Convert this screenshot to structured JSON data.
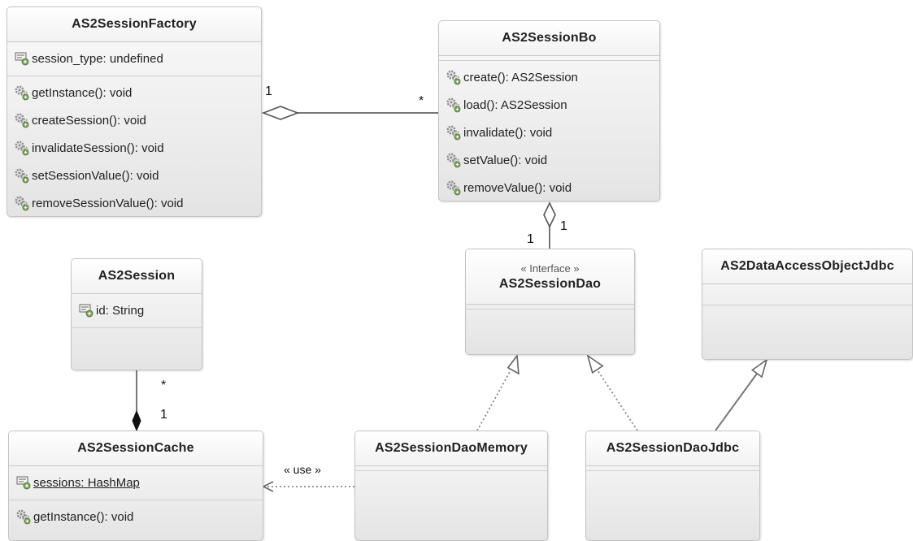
{
  "classes": {
    "factory": {
      "name": "AS2SessionFactory",
      "attributes": [
        "session_type: undefined"
      ],
      "operations": [
        "getInstance(): void",
        "createSession(): void",
        "invalidateSession(): void",
        "setSessionValue(): void",
        "removeSessionValue(): void"
      ]
    },
    "bo": {
      "name": "AS2SessionBo",
      "operations": [
        "create(): AS2Session",
        "load(): AS2Session",
        "invalidate(): void",
        "setValue(): void",
        "removeValue(): void"
      ]
    },
    "session": {
      "name": "AS2Session",
      "attributes": [
        "id: String"
      ]
    },
    "dao": {
      "stereotype": "« Interface »",
      "name": "AS2SessionDao"
    },
    "jdbc_base": {
      "name": "AS2DataAccessObjectJdbc"
    },
    "cache": {
      "name": "AS2SessionCache",
      "attributes": [
        "sessions: HashMap"
      ],
      "operations": [
        "getInstance(): void"
      ]
    },
    "dao_memory": {
      "name": "AS2SessionDaoMemory"
    },
    "dao_jdbc": {
      "name": "AS2SessionDaoJdbc"
    }
  },
  "relations": {
    "factory_bo": {
      "source_mult": "1",
      "target_mult": "*"
    },
    "bo_dao": {
      "source_mult": "1",
      "target_mult": "1"
    },
    "session_cache": {
      "source_mult": "*",
      "target_mult": "1"
    },
    "memory_cache_use": {
      "label": "« use »"
    }
  },
  "colors": {
    "line": "#777777",
    "box_border": "#c4c4c4",
    "gear": "#8a8a8a"
  },
  "icons": {
    "attribute": "field-icon",
    "operation": "gear-icon"
  }
}
